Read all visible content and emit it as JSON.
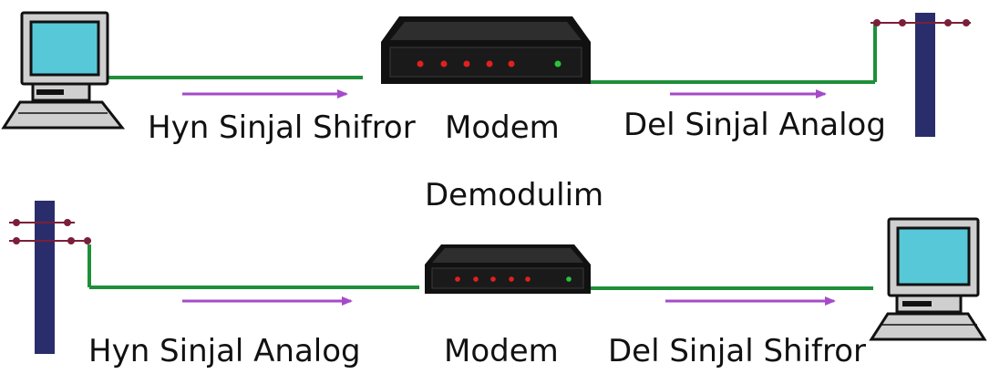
{
  "labels": {
    "top_left": "Hyn Sinjal Shifror",
    "top_modem": "Modem",
    "top_right": "Del Sinjal Analog",
    "middle": "Demodulim",
    "bottom_left": "Hyn Sinjal Analog",
    "bottom_modem": "Modem",
    "bottom_right": "Del Sinjal Shifror"
  },
  "colors": {
    "wire": "#1f8f3a",
    "arrow": "#a64ac9",
    "pole": "#2a2d6b",
    "modem_body": "#111111",
    "modem_led_red": "#e0211f",
    "modem_led_green": "#29c43a",
    "screen": "#57c8d8"
  },
  "icons": [
    "computer-icon",
    "modem-icon",
    "telephone-pole-icon",
    "arrow-right-icon"
  ]
}
